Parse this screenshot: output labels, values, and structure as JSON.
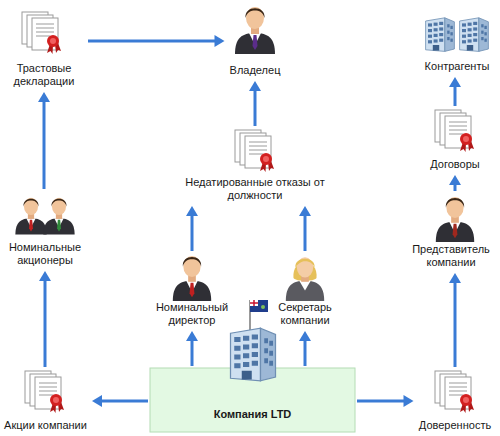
{
  "diagram": {
    "nodes": [
      {
        "text": [
          "Трастовые декларации"
        ]
      },
      {
        "text": [
          "Владелец"
        ]
      },
      {
        "text": [
          "Контрагенты"
        ]
      },
      {
        "text": [
          "Недатированные отказы от должности"
        ]
      },
      {
        "text": [
          "Договоры"
        ]
      },
      {
        "text": [
          "Номинальные акционеры"
        ]
      },
      {
        "text": [
          "Представитель компании"
        ]
      },
      {
        "text": [
          "Номинальный директор"
        ]
      },
      {
        "text": [
          "Секретарь компании"
        ]
      },
      {
        "text": [
          "Акции компании"
        ]
      },
      {
        "text": [
          "Компания LTD"
        ]
      },
      {
        "text": [
          "Доверенность"
        ]
      }
    ],
    "edges": [
      {
        "from": 10,
        "to": 9,
        "arrow": "to"
      },
      {
        "from": 9,
        "to": 5,
        "arrow": "to"
      },
      {
        "from": 5,
        "to": 0,
        "arrow": "to"
      },
      {
        "from": 0,
        "to": 1,
        "arrow": "to"
      },
      {
        "from": 10,
        "to": 7,
        "arrow": "to"
      },
      {
        "from": 10,
        "to": 8,
        "arrow": "to"
      },
      {
        "from": 7,
        "to": 3,
        "arrow": "to"
      },
      {
        "from": 8,
        "to": 3,
        "arrow": "to"
      },
      {
        "from": 3,
        "to": 1,
        "arrow": "to"
      },
      {
        "from": 10,
        "to": 11,
        "arrow": "to"
      },
      {
        "from": 11,
        "to": 6,
        "arrow": "to"
      },
      {
        "from": 6,
        "to": 4,
        "arrow": "to"
      },
      {
        "from": 4,
        "to": 2,
        "arrow": "to"
      }
    ]
  }
}
